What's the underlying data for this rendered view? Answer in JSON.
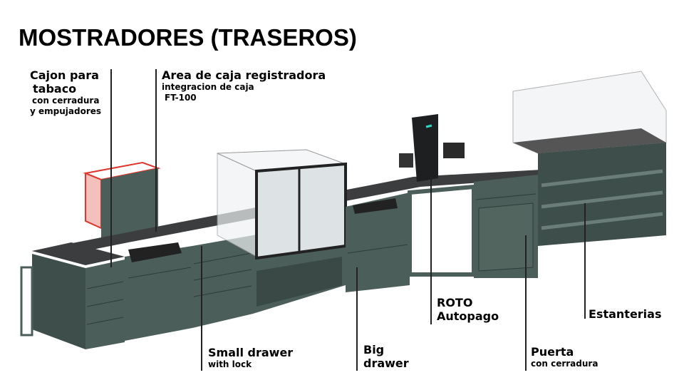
{
  "title": "MOSTRADORES (TRASEROS)",
  "labels": {
    "cajon": {
      "title1": "Cajon para",
      "title2": "tabaco",
      "sub1": "con cerradura",
      "sub2": "y empujadores"
    },
    "area": {
      "title": "Area de caja registradora",
      "sub1": "integracion de caja",
      "sub2": "FT-100"
    },
    "small_drawer": {
      "title": "Small drawer",
      "sub": "with lock"
    },
    "big_drawer": {
      "title1": "Big",
      "title2": "drawer"
    },
    "roto": {
      "title1": "ROTO",
      "title2": "Autopago"
    },
    "puerta": {
      "title": "Puerta",
      "sub": "con cerradura"
    },
    "estanterias": {
      "title": "Estanterias"
    }
  },
  "colors": {
    "body": "#4b5e5a",
    "top": "#3b3d3e",
    "accent_red": "#e0352b",
    "screen_led": "#2fd6c4"
  }
}
